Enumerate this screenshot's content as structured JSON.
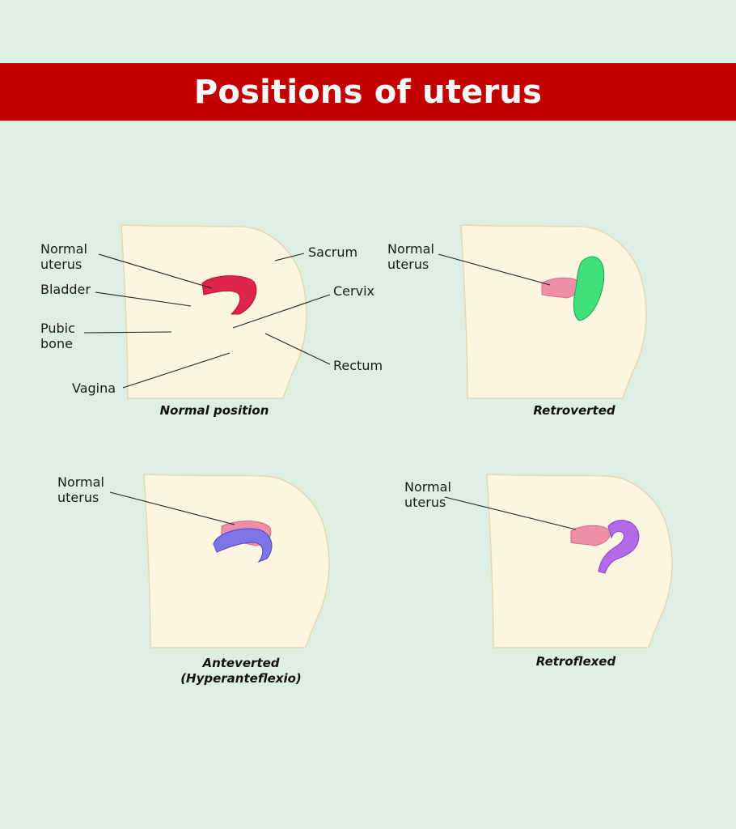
{
  "header": {
    "title": "Positions of uterus"
  },
  "colors": {
    "banner": "#c20000",
    "background": "#dcefe2",
    "fat": "#f7b81f",
    "bladder": "#a9c8f0",
    "rectum": "#6b2a0c",
    "bone": "#f4f1e6",
    "vagina": "#c9123c",
    "normal_uterus": "#e0254b",
    "retroverted_uterus": "#3ee07a",
    "anteverted_uterus": "#7d74e6",
    "retroflexed_uterus": "#b26ae8",
    "ghost_uterus": "#ee8fa6"
  },
  "panels": [
    {
      "caption": "Normal position",
      "labels": {
        "normal_uterus": "Normal\nuterus",
        "bladder": "Bladder",
        "pubic_bone": "Pubic\nbone",
        "vagina": "Vagina",
        "sacrum": "Sacrum",
        "cervix": "Cervix",
        "rectum": "Rectum"
      }
    },
    {
      "caption": "Retroverted",
      "labels": {
        "normal_uterus": "Normal\nuterus"
      }
    },
    {
      "caption": "Anteverted\n(Hyperanteflexio)",
      "labels": {
        "normal_uterus": "Normal\nuterus"
      }
    },
    {
      "caption": "Retroflexed",
      "labels": {
        "normal_uterus": "Normal\nuterus"
      }
    }
  ]
}
